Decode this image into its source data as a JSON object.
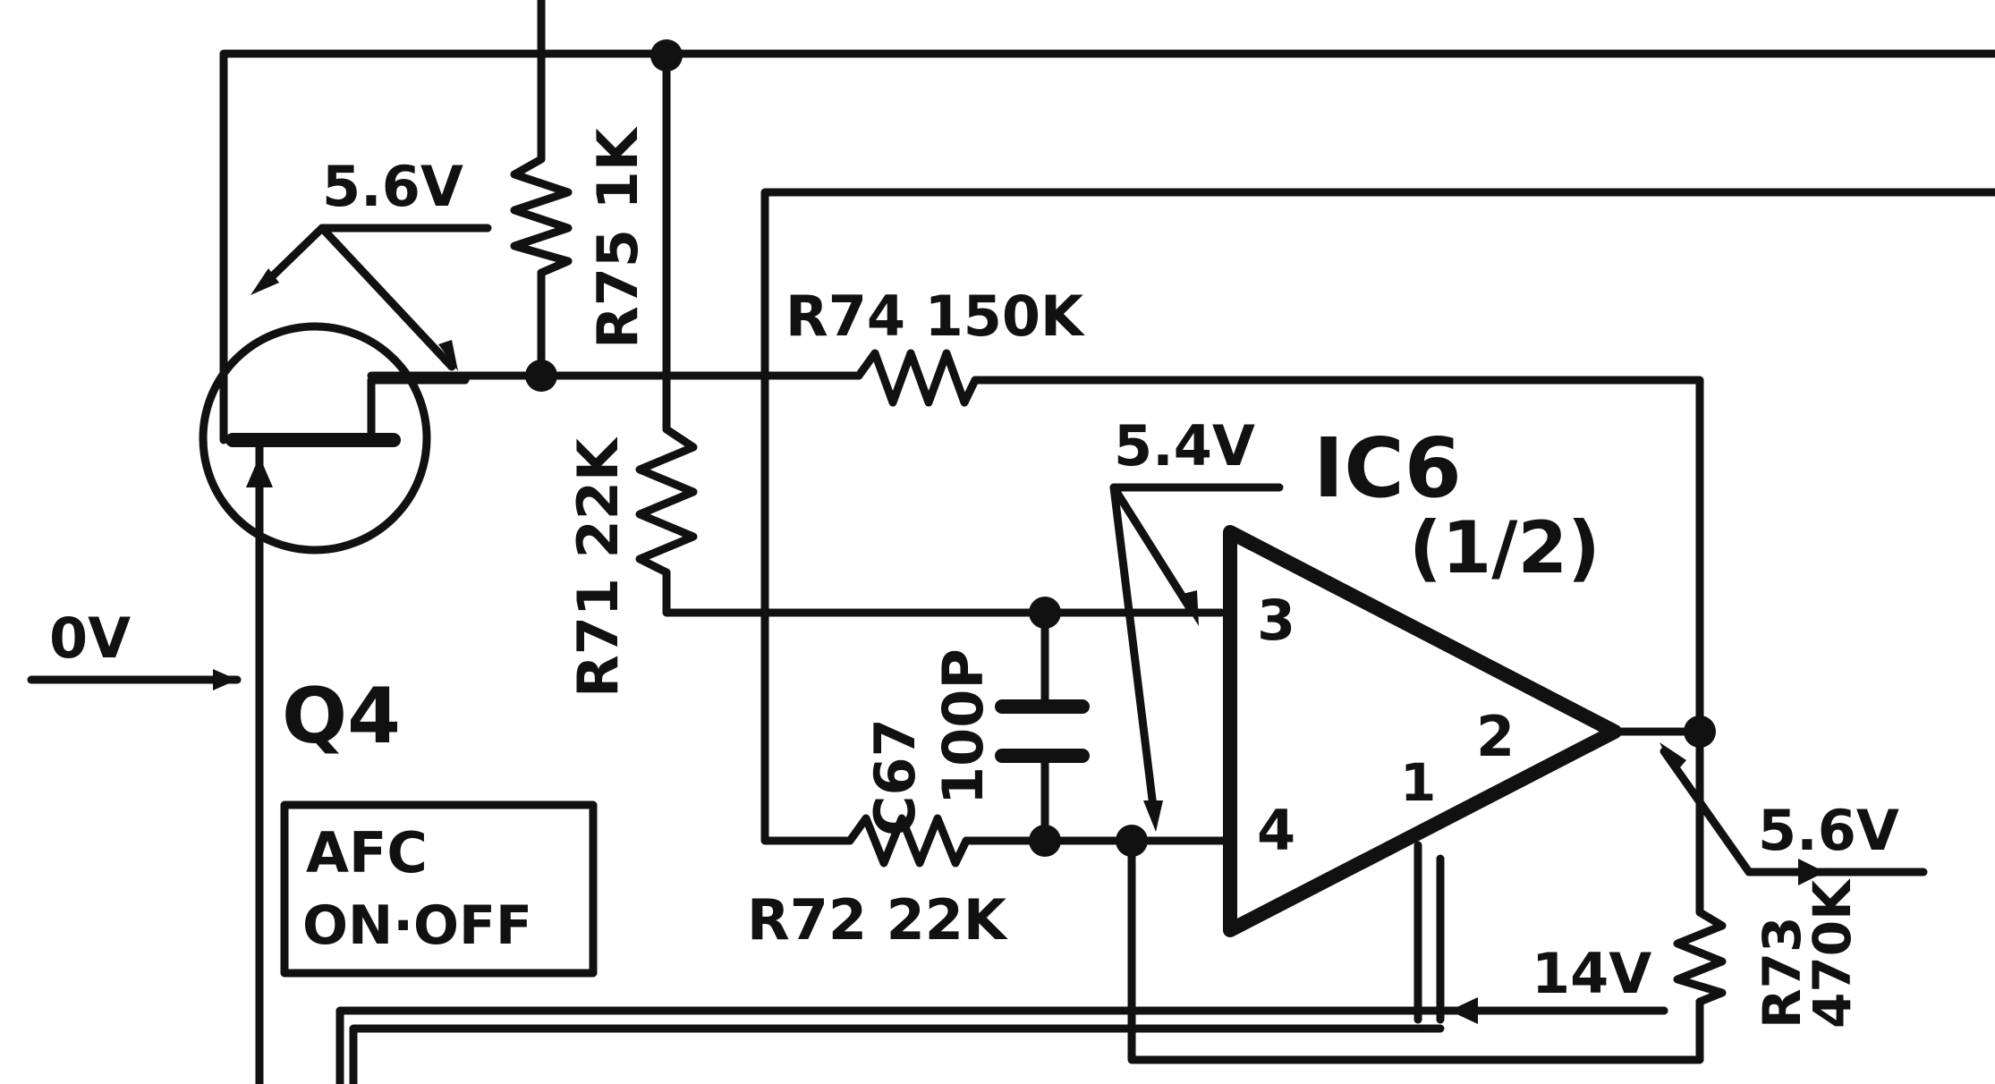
{
  "schematic": {
    "transistor": {
      "ref": "Q4",
      "emitter_voltage": "5.6V",
      "base_voltage": "0V"
    },
    "ic": {
      "ref": "IC6",
      "part": "(1/2)",
      "pin3": "3",
      "pin4": "4",
      "pin2": "2",
      "pin1": "1",
      "pin3_voltage": "5.4V",
      "output_voltage": "5.6V",
      "supply_voltage": "14V"
    },
    "resistors": {
      "r75": "R75 1K",
      "r74": "R74 150K",
      "r71": "R71 22K",
      "r72": "R72 22K",
      "r73_ref": "R73",
      "r73_value": "470K"
    },
    "capacitor": {
      "ref": "C67",
      "value": "100P"
    },
    "switch_box": {
      "line1": "AFC",
      "line2": "ON·OFF"
    }
  }
}
